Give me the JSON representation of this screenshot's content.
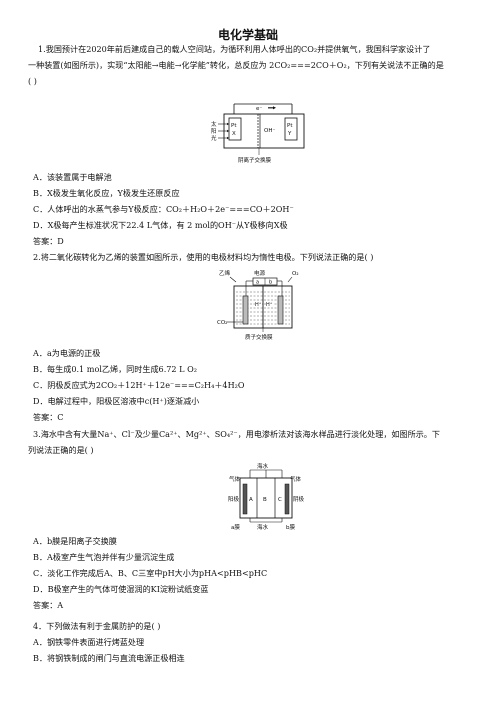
{
  "title": "电化学基础",
  "q1": {
    "stem_l1": "1.我国预计在2020年前后建成自己的载人空间站，为循环利用人体呼出的CO₂并提供氧气，我国科学家设计了",
    "stem_l2": "一种装置(如图所示)，实现“太阳能→电能→化学能”转化，总反应为 2CO₂===2CO＋O₂，下列有关说法不正确的是",
    "stem_l3": "(    )",
    "fig": {
      "electron": "e⁻",
      "sun": [
        "太",
        "阳",
        "光"
      ],
      "pt_left": "Pt",
      "x": "X",
      "pt_right": "Pt",
      "y": "Y",
      "oh": "OH⁻",
      "membrane": "阴离子交换膜"
    },
    "options": [
      "A．该装置属于电解池",
      "B．X极发生氧化反应，Y极发生还原反应",
      "C．人体呼出的水蒸气参与Y极反应：CO₂＋H₂O＋2e⁻===CO＋2OH⁻",
      "D．X极每产生标准状况下22.4 L气体，有 2 mol的OH⁻从Y极移向X极"
    ],
    "answer": "答案：D"
  },
  "q2": {
    "stem": "2.将二氧化碳转化为乙烯的装置如图所示，使用的电极材料均为惰性电极。下列说法正确的是(    )",
    "fig": {
      "ethylene": "乙烯",
      "power": "电源",
      "o2": "O₂",
      "a": "a",
      "b": "b",
      "h1": "H⁺",
      "h2": "H⁺",
      "co2": "CO₂",
      "membrane": "质子交换膜"
    },
    "options": [
      "A．a为电源的正极",
      "B．每生成0.1 mol乙烯，同时生成6.72 L O₂",
      "C．阴极反应式为2CO₂＋12H⁺＋12e⁻===C₂H₄＋4H₂O",
      "D．电解过程中，阳极区溶液中c(H⁺)逐渐减小"
    ],
    "answer": "答案：C"
  },
  "q3": {
    "stem_l1": "3.海水中含有大量Na⁺、Cl⁻及少量Ca²⁺、Mg²⁺、SO₄²⁻，用电渗析法对该海水样品进行淡化处理，如图所示。下",
    "stem_l2": "列说法正确的是(    )",
    "fig": {
      "seawater_top": "海水",
      "gas_left": "气体",
      "gas_right": "气体",
      "anode": "阳极",
      "cathode": "阴极",
      "a": "A",
      "b": "B",
      "c": "C",
      "seawater_bottom": "海水",
      "membrane_a": "a膜",
      "membrane_b": "b膜"
    },
    "options": [
      "A．b膜是阳离子交换膜",
      "B．A极室产生气泡并伴有少量沉淀生成",
      "C．淡化工作完成后A、B、C三室中pH大小为pHA<pHB<pHC",
      "D．B极室产生的气体可使湿润的KI淀粉试纸变蓝"
    ],
    "answer": "答案：A"
  },
  "q4": {
    "stem": "4．下列做法有利于金属防护的是(    )",
    "options": [
      "A．钢铁零件表面进行烤蓝处理",
      "B．将钢铁制成的闸门与直流电源正极相连"
    ]
  }
}
